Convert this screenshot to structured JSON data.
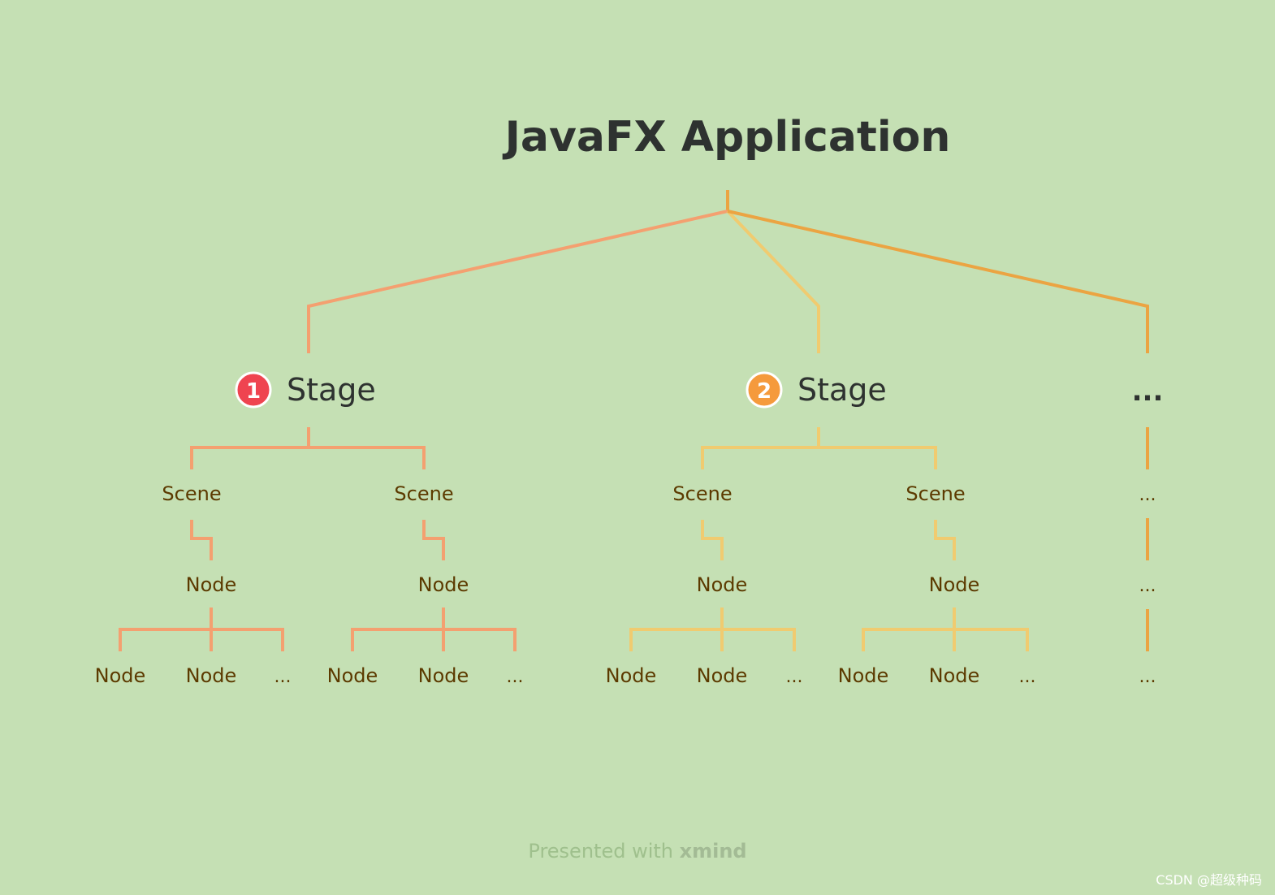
{
  "root": {
    "title": "JavaFX Application"
  },
  "colors": {
    "background": "#c5e0b4",
    "branch1": "#f4a070",
    "branch2": "#f0cb70",
    "branch3": "#eba442",
    "marker1": "#ef4450",
    "marker2": "#f59a3c",
    "text_dark": "#2e3230",
    "text_brown": "#5c3a00"
  },
  "branches": [
    {
      "marker": "1",
      "label": "Stage",
      "scenes": [
        {
          "label": "Scene",
          "node": "Node",
          "children": [
            "Node",
            "Node",
            "..."
          ]
        },
        {
          "label": "Scene",
          "node": "Node",
          "children": [
            "Node",
            "Node",
            "..."
          ]
        }
      ]
    },
    {
      "marker": "2",
      "label": "Stage",
      "scenes": [
        {
          "label": "Scene",
          "node": "Node",
          "children": [
            "Node",
            "Node",
            "..."
          ]
        },
        {
          "label": "Scene",
          "node": "Node",
          "children": [
            "Node",
            "Node",
            "..."
          ]
        }
      ]
    },
    {
      "label": "...",
      "chain": [
        "...",
        "...",
        "..."
      ]
    }
  ],
  "footer": {
    "prefix": "Presented with ",
    "brand": "xmind"
  },
  "watermark": "CSDN @超级种码"
}
